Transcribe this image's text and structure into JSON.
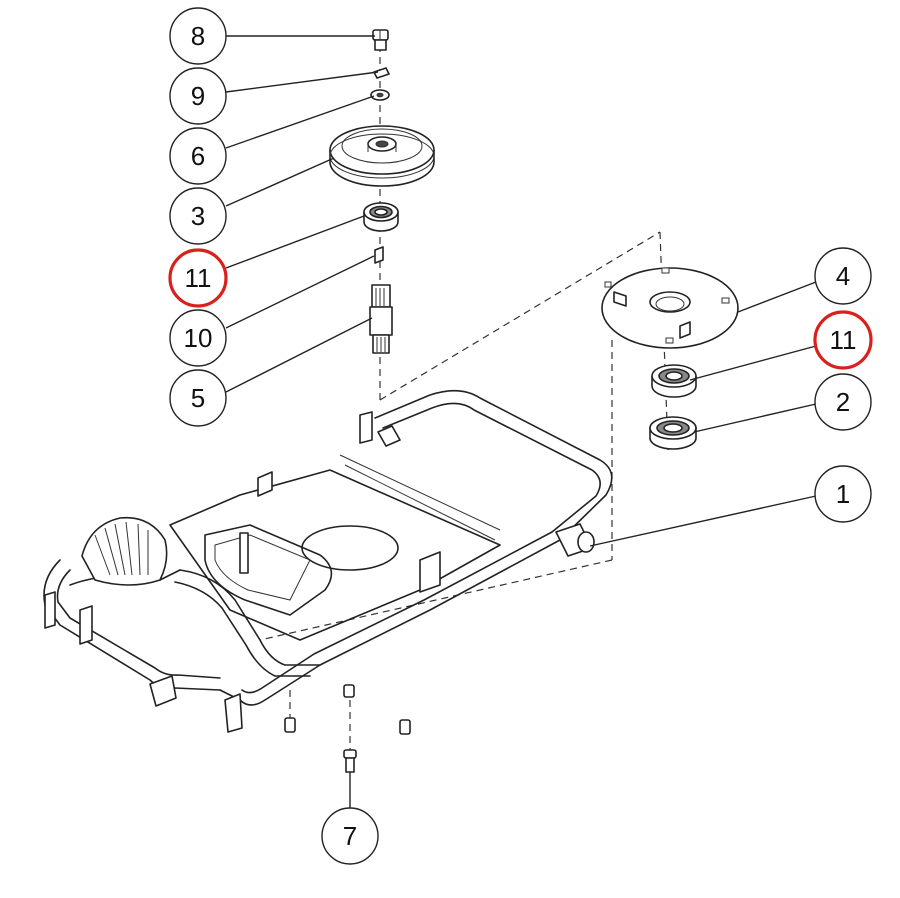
{
  "callouts": [
    {
      "id": "c8",
      "label": "8",
      "highlight": false
    },
    {
      "id": "c9",
      "label": "9",
      "highlight": false
    },
    {
      "id": "c6",
      "label": "6",
      "highlight": false
    },
    {
      "id": "c3",
      "label": "3",
      "highlight": false
    },
    {
      "id": "c11a",
      "label": "11",
      "highlight": true
    },
    {
      "id": "c10",
      "label": "10",
      "highlight": false
    },
    {
      "id": "c5",
      "label": "5",
      "highlight": false
    },
    {
      "id": "c4",
      "label": "4",
      "highlight": false
    },
    {
      "id": "c11b",
      "label": "11",
      "highlight": true
    },
    {
      "id": "c2",
      "label": "2",
      "highlight": false
    },
    {
      "id": "c1",
      "label": "1",
      "highlight": false
    },
    {
      "id": "c7",
      "label": "7",
      "highlight": false
    }
  ],
  "colors": {
    "highlight": "#d9201c",
    "line": "#222222"
  }
}
